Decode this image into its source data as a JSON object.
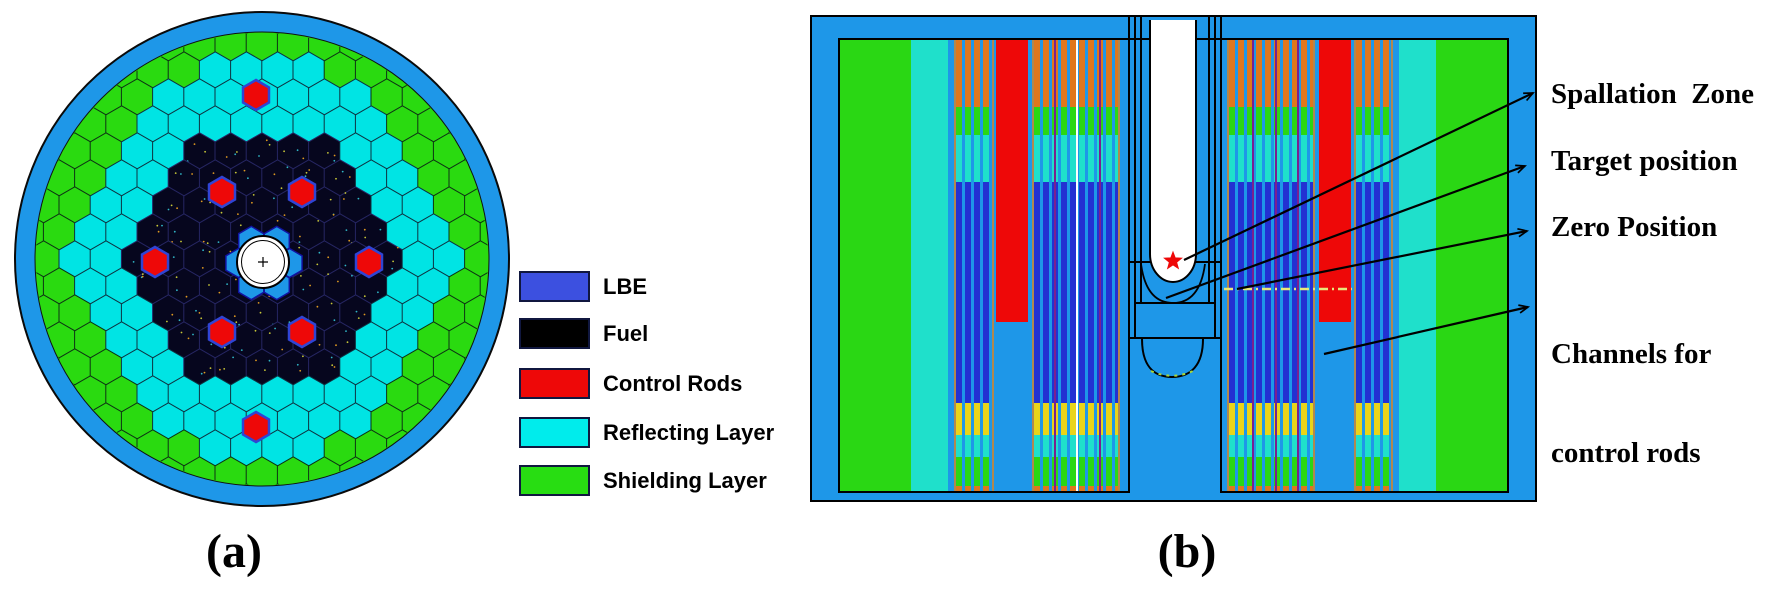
{
  "captions": {
    "a": "(a)",
    "b": "(b)"
  },
  "legend": {
    "items": [
      {
        "label": "LBE",
        "color": "#3c50e0"
      },
      {
        "label": "Fuel",
        "color": "#000000"
      },
      {
        "label": "Control Rods",
        "color": "#ee0808"
      },
      {
        "label": "Reflecting Layer",
        "color": "#00ecec"
      },
      {
        "label": "Shielding Layer",
        "color": "#28dd12"
      }
    ]
  },
  "annotations": {
    "spallation": "Spallation  Zone",
    "target": "Target position",
    "zero": "Zero Position",
    "channels1": "Channels for",
    "channels2": "control rods"
  },
  "palette": {
    "blue": "#1e97e8",
    "pin_blue": "#2331d2",
    "navy_fuel": "#06061e",
    "green_a": "#2ada10",
    "green_b": "#2ad714",
    "cyan_a": "#00e4e4",
    "cyan_b": "#1fe0cb",
    "red": "#ee0808",
    "orange": "#e0771c",
    "yellow": "#e9d41a",
    "tan": "#b08850",
    "purple": "#7a2090",
    "zero_line": "#e8e87a",
    "star": "#ee0808",
    "white": "#ffffff",
    "black": "#000000"
  }
}
